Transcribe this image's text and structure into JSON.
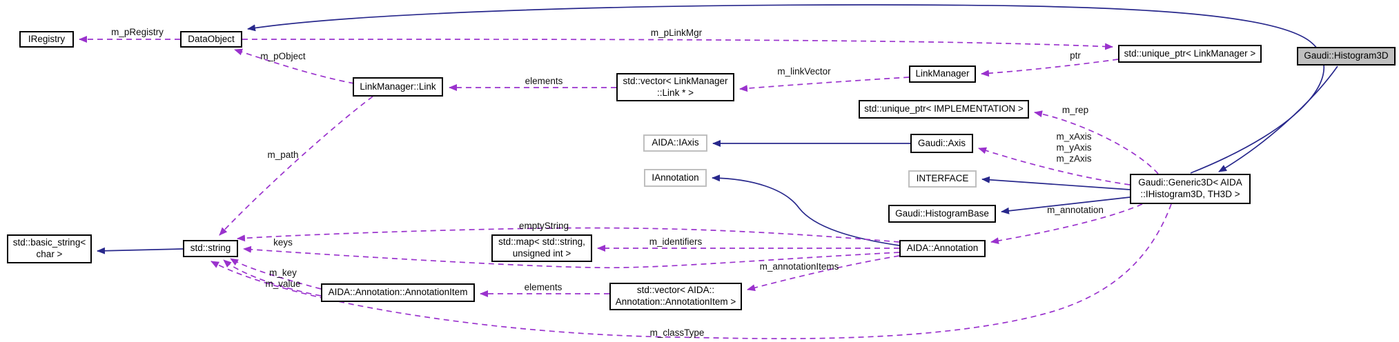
{
  "diagram": {
    "kind": "collaboration-graph",
    "highlighted_node": "Gaudi::Histogram3D"
  },
  "nodes": {
    "iregistry": {
      "label": "IRegistry"
    },
    "dataobject": {
      "label": "DataObject"
    },
    "linkmanager_link": {
      "label": "LinkManager::Link"
    },
    "vector_link": {
      "label": "std::vector< LinkManager\n::Link * >"
    },
    "linkmanager": {
      "label": "LinkManager"
    },
    "uptr_linkmanager": {
      "label": "std::unique_ptr< LinkManager >"
    },
    "histogram3d": {
      "label": "Gaudi::Histogram3D"
    },
    "uptr_implementation": {
      "label": "std::unique_ptr< IMPLEMENTATION >"
    },
    "aida_iaxis": {
      "label": "AIDA::IAxis"
    },
    "gaudi_axis": {
      "label": "Gaudi::Axis"
    },
    "iannotation": {
      "label": "IAnnotation"
    },
    "interface": {
      "label": "INTERFACE"
    },
    "histogrambase": {
      "label": "Gaudi::HistogramBase"
    },
    "generic3d": {
      "label": "Gaudi::Generic3D< AIDA\n::IHistogram3D, TH3D >"
    },
    "basic_string": {
      "label": "std::basic_string<\nchar >"
    },
    "std_string": {
      "label": "std::string"
    },
    "std_map": {
      "label": "std::map< std::string,\nunsigned int >"
    },
    "annotation": {
      "label": "AIDA::Annotation"
    },
    "annotationitem": {
      "label": "AIDA::Annotation::AnnotationItem"
    },
    "vector_annotationitem": {
      "label": "std::vector< AIDA::\nAnnotation::AnnotationItem >"
    }
  },
  "edge_labels": {
    "m_pRegistry": "m_pRegistry",
    "m_pObject": "m_pObject",
    "m_pLinkMgr": "m_pLinkMgr",
    "elements_top": "elements",
    "m_linkVector": "m_linkVector",
    "ptr": "ptr",
    "m_rep": "m_rep",
    "m_xAxis": "m_xAxis",
    "m_yAxis": "m_yAxis",
    "m_zAxis": "m_zAxis",
    "m_path": "m_path",
    "m_annotation": "m_annotation",
    "emptyString": "emptyString",
    "keys": "keys",
    "m_identifiers": "m_identifiers",
    "m_annotationItems": "m_annotationItems",
    "m_key": "m_key",
    "m_value": "m_value",
    "elements_bottom": "elements",
    "m_classType": "m_classType"
  },
  "colors": {
    "solid_edge": "#28288c",
    "dashed_edge": "#9a32cd",
    "node_border": "#000000",
    "external_border": "#bfbfbf",
    "highlight_fill": "#bfbfbf",
    "bg": "#ffffff"
  }
}
